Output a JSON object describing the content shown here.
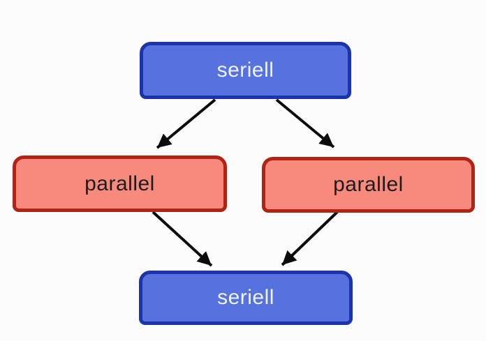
{
  "diagram": {
    "background_color": "#fcfcfc",
    "arrow_color": "#0b0b0b",
    "node_colors": {
      "serial_fill": "#5672de",
      "serial_border": "#1d33ab",
      "serial_text": "#eef3ff",
      "parallel_fill": "#f78a7c",
      "parallel_border": "#b02315",
      "parallel_text": "#1c1c1c"
    },
    "nodes": [
      {
        "id": "seriell-top",
        "label": "seriell",
        "type": "serial"
      },
      {
        "id": "parallel-left",
        "label": "parallel",
        "type": "parallel"
      },
      {
        "id": "parallel-right",
        "label": "parallel",
        "type": "parallel"
      },
      {
        "id": "seriell-bottom",
        "label": "seriell",
        "type": "serial"
      }
    ],
    "edges": [
      {
        "from": "seriell-top",
        "to": "parallel-left"
      },
      {
        "from": "seriell-top",
        "to": "parallel-right"
      },
      {
        "from": "parallel-left",
        "to": "seriell-bottom"
      },
      {
        "from": "parallel-right",
        "to": "seriell-bottom"
      }
    ]
  }
}
